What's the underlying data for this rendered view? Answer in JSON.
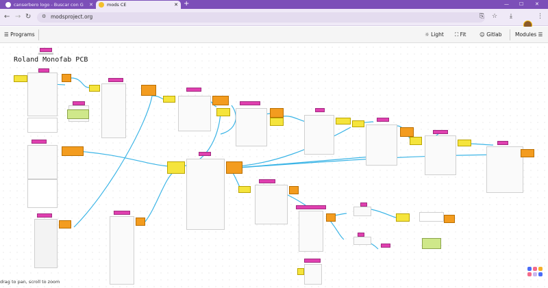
{
  "browser": {
    "tabs": [
      {
        "title": "canserbero logo - Buscar con G",
        "active": false
      },
      {
        "title": "mods CE",
        "active": true
      }
    ],
    "url": "modsproject.org"
  },
  "toolbar": {
    "programs": "Programs",
    "light": "Light",
    "fit": "Fit",
    "gitlab": "Gitlab",
    "modules": "Modules"
  },
  "canvas": {
    "program_title": "Roland Monofab PCB",
    "hint": "drag to pan, scroll to zoom"
  },
  "colors": {
    "tabbar": "#7c4fb8",
    "module_header": "#e040b0",
    "input_port": "#f5e43c",
    "output_port": "#f39c1f",
    "wire": "#3ab4e6"
  }
}
